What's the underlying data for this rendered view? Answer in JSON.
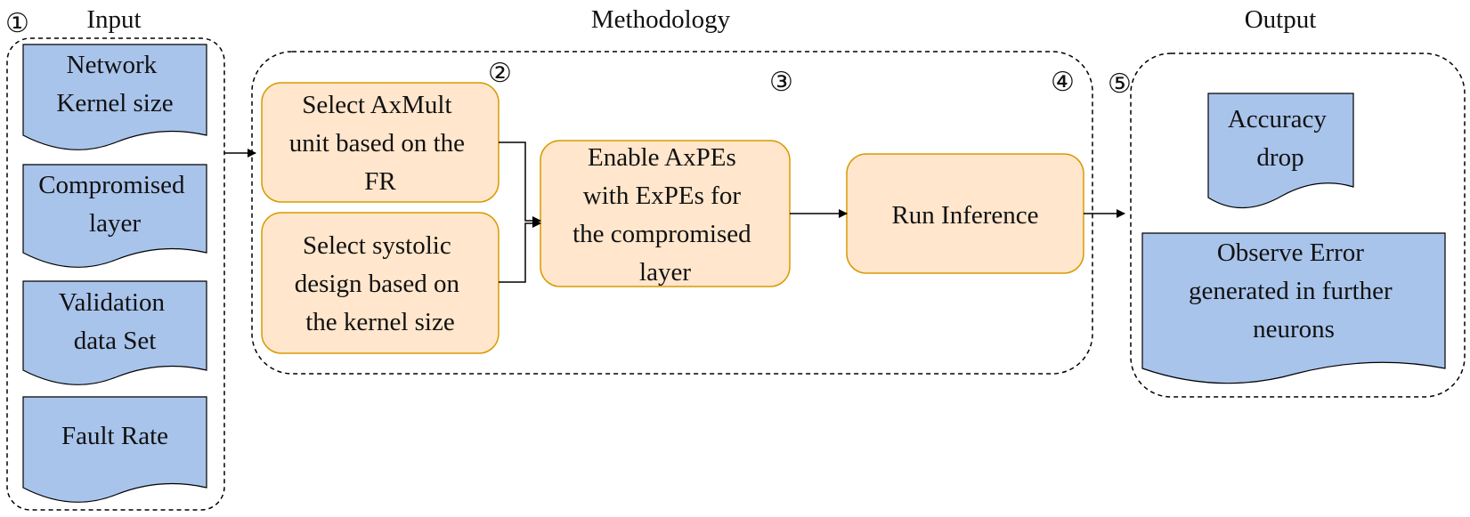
{
  "headers": {
    "input": "Input",
    "methodology": "Methodology",
    "output": "Output"
  },
  "markers": [
    "①",
    "②",
    "③",
    "④",
    "⑤"
  ],
  "input_docs": [
    [
      "Network",
      "Kernel size"
    ],
    [
      "Compromised",
      "layer"
    ],
    [
      "Validation",
      "data Set"
    ],
    [
      "Fault Rate"
    ]
  ],
  "method_steps": {
    "select_axmult": [
      "Select AxMult",
      "unit based on the",
      "FR"
    ],
    "select_systolic": [
      "Select systolic",
      "design based on",
      "the kernel size"
    ],
    "enable_axpes": [
      "Enable AxPEs",
      "with ExPEs for",
      "the compromised",
      "layer"
    ],
    "run_inference": [
      "Run Inference"
    ]
  },
  "output_docs": [
    [
      "Accuracy",
      "drop"
    ],
    [
      "Observe Error",
      "generated in further",
      "neurons"
    ]
  ],
  "colors": {
    "doc_fill": "#a9c4eb",
    "doc_stroke": "#000000",
    "step_fill": "#ffe6cc",
    "step_stroke": "#d79b00",
    "line": "#000000"
  }
}
